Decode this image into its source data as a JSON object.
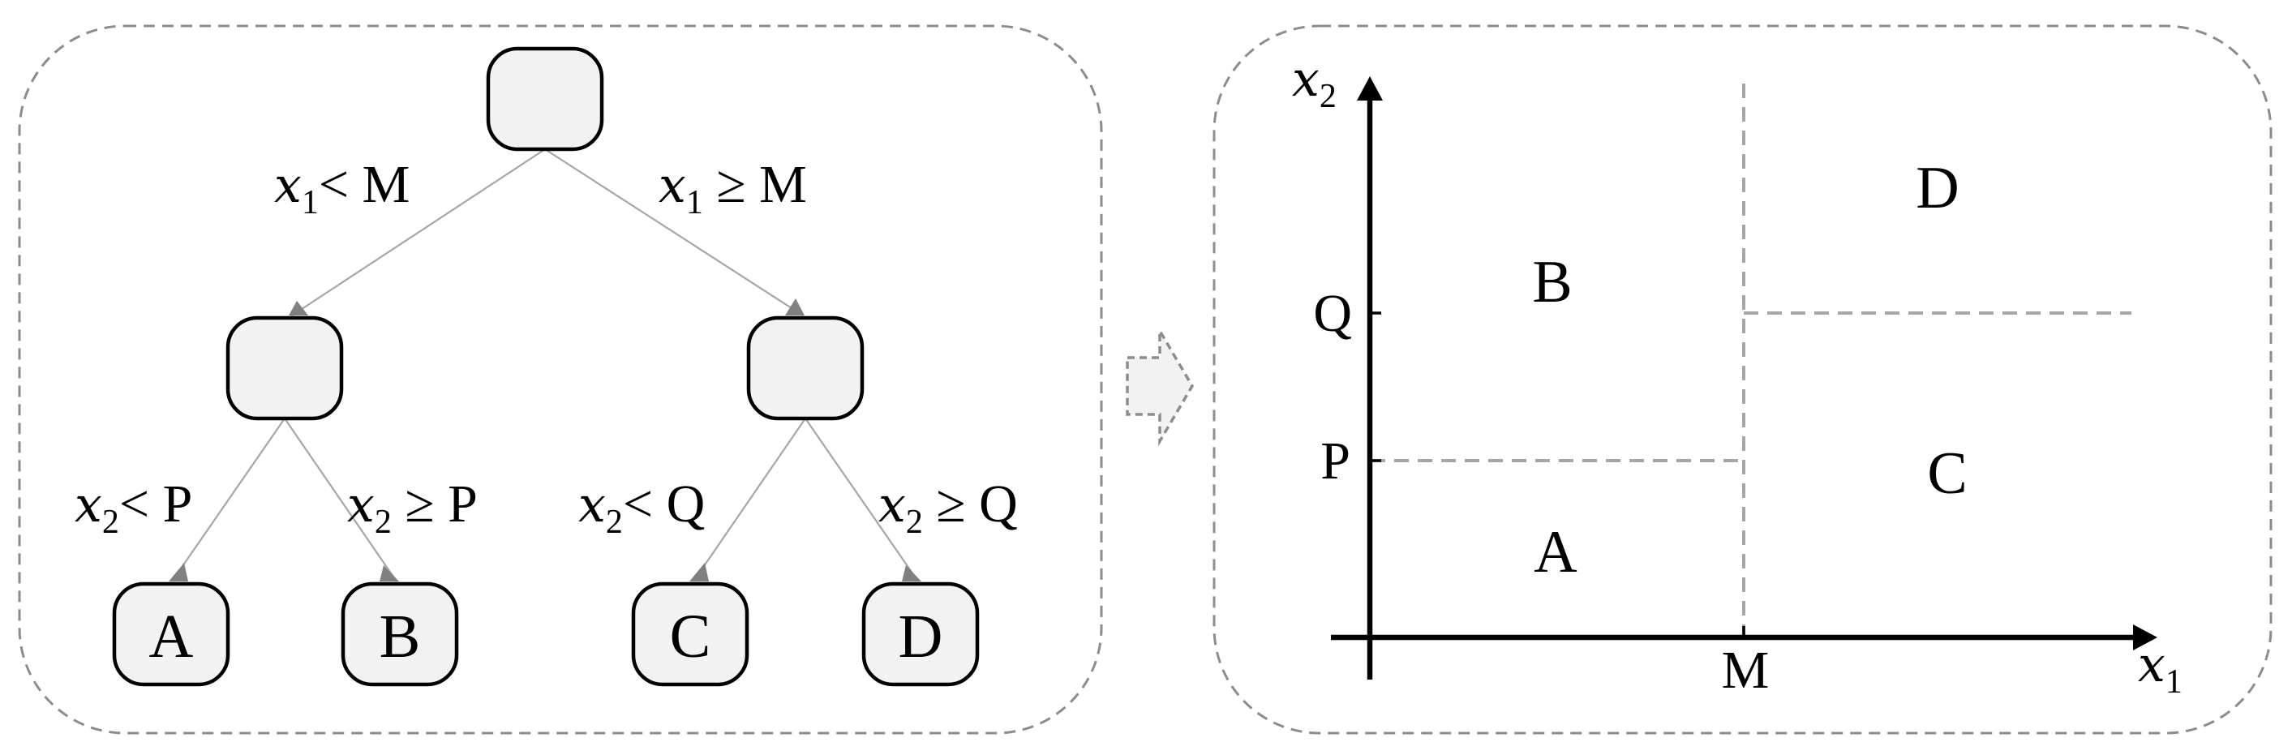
{
  "tree": {
    "root_label": "",
    "split1": {
      "var": "x",
      "sub": "1",
      "left_op": "< M",
      "right_op": " ≥ M"
    },
    "left_internal_label": "",
    "right_internal_label": "",
    "left_split": {
      "var": "x",
      "sub": "2",
      "left_op": "< P",
      "right_op": " ≥ P"
    },
    "right_split": {
      "var": "x",
      "sub": "2",
      "left_op": "< Q",
      "right_op": " ≥ Q"
    },
    "leaves": [
      "A",
      "B",
      "C",
      "D"
    ]
  },
  "arrow_icon": "hollow-right-arrow-icon",
  "plot": {
    "x_axis": {
      "var": "x",
      "sub": "1"
    },
    "y_axis": {
      "var": "x",
      "sub": "2"
    },
    "x_tick": "M",
    "y_ticks": [
      "Q",
      "P"
    ],
    "regions": [
      "D",
      "B",
      "C",
      "A"
    ]
  },
  "colors": {
    "node_fill": "#f2f2f2",
    "edge": "#a6a6a6",
    "frame": "#8c8c8c"
  }
}
